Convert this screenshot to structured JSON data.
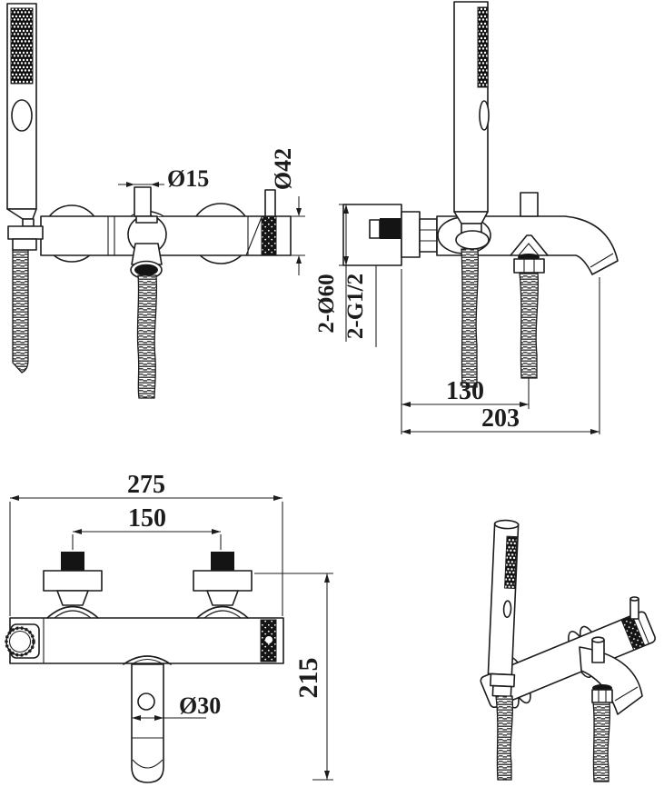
{
  "colors": {
    "background": "#ffffff",
    "line": "#1c1c1c"
  },
  "dims": {
    "front_pipe_dia": "Ø15",
    "front_body_dia": "Ø42",
    "side_flange_dia": "2-Ø60",
    "side_inlet_thread": "2-G1/2",
    "side_hose_offset": "130",
    "side_total_projection": "203",
    "plan_total_width": "275",
    "plan_inlet_spacing": "150",
    "plan_spout_dia": "Ø30",
    "plan_total_height": "215"
  }
}
